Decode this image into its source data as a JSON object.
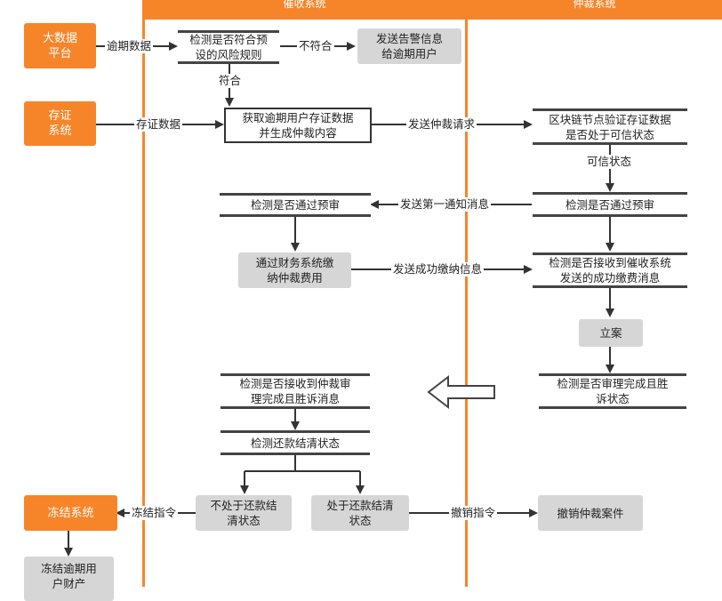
{
  "lanes": {
    "collection": "催收系统",
    "arbitration": "仲裁系统"
  },
  "nodes": {
    "big_data": "大数据\n平台",
    "evidence_sys": "存证\n系统",
    "freeze_sys": "冻结系统",
    "freeze_assets": "冻结逾期用\n户财产",
    "check_risk": "检测是否符合预\n设的风险规则",
    "send_alert": "发送告警信息\n给逾期用户",
    "get_evidence": "获取逾期用户存证数据\n并生成仲裁内容",
    "verify_chain": "区块链节点验证存证数据\n是否处于可信状态",
    "check_pre_arb": "检测是否通过预审",
    "check_pre_col": "检测是否通过预审",
    "pay_fee": "通过财务系统缴\n纳仲裁费用",
    "check_pay_msg": "检测是否接收到催收系统\n发送的成功缴费消息",
    "file_case": "立案",
    "check_win": "检测是否审理完成且胜\n诉状态",
    "check_win_msg": "检测是否接收到仲裁审\n理完成且胜诉消息",
    "check_repay": "检测还款结清状态",
    "not_cleared": "不处于还款结\n清状态",
    "cleared": "处于还款结清\n状态",
    "revoke_case": "撤销仲裁案件"
  },
  "edge_labels": {
    "overdue_data": "逾期数据",
    "not_match": "不符合",
    "match": "符合",
    "evidence_data": "存证数据",
    "send_arb_request": "发送仲裁请求",
    "trusted": "可信状态",
    "first_notice": "发送第一通知消息",
    "pay_success": "发送成功缴纳信息",
    "freeze_cmd": "冻结指令",
    "revoke_cmd": "撤销指令"
  }
}
